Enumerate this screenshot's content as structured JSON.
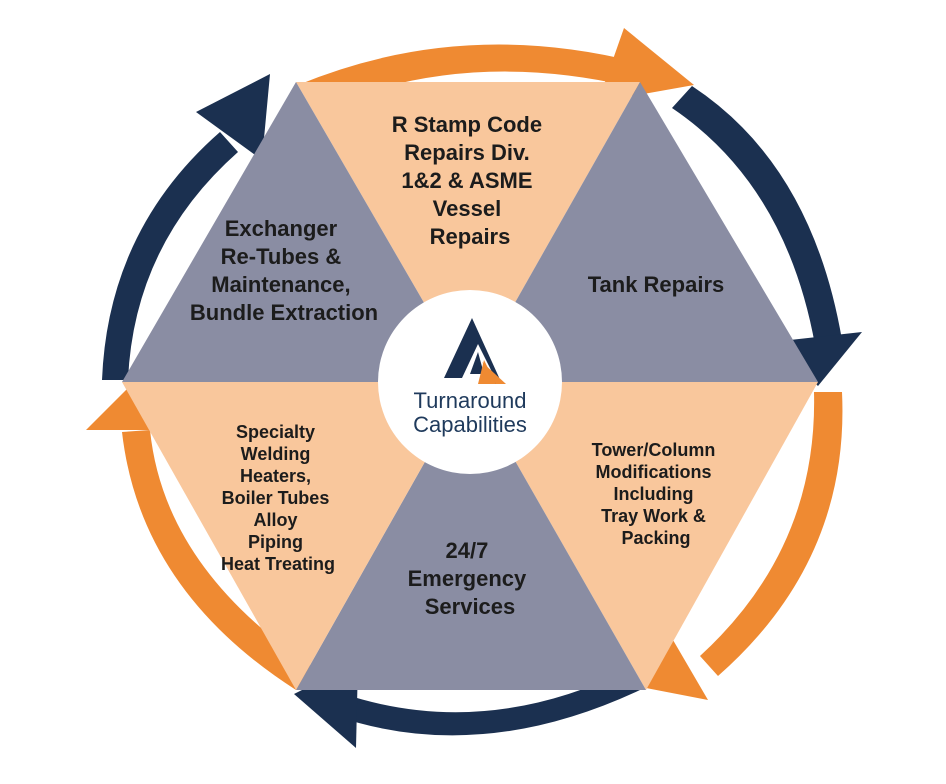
{
  "center": {
    "line1": "Turnaround",
    "line2": "Capabilities",
    "logo": "triangle-a-logo"
  },
  "segments": [
    {
      "id": "top",
      "lines": [
        "R Stamp Code",
        "Repairs Div.",
        "1&2 & ASME",
        "Vessel",
        "Repairs"
      ]
    },
    {
      "id": "upper-right",
      "lines": [
        "Tank Repairs"
      ]
    },
    {
      "id": "lower-right",
      "lines": [
        "Tower/Column",
        "Modifications",
        "Including",
        "Tray Work &",
        "Packing"
      ]
    },
    {
      "id": "bottom",
      "lines": [
        "24/7",
        "Emergency",
        "Services"
      ]
    },
    {
      "id": "lower-left",
      "lines": [
        "Specialty",
        "Welding",
        "Heaters,",
        "Boiler Tubes",
        "Alloy",
        "Piping",
        "Heat Treating"
      ]
    },
    {
      "id": "upper-left",
      "lines": [
        "Exchanger",
        "Re-Tubes &",
        "Maintenance,",
        "Bundle Extraction"
      ]
    }
  ],
  "colors": {
    "peach": "#f9c79c",
    "slate": "#8a8da3",
    "orange": "#ef8a32",
    "navy": "#1b3050",
    "text": "#1c1c1c",
    "center_text": "#1f3a5c"
  }
}
